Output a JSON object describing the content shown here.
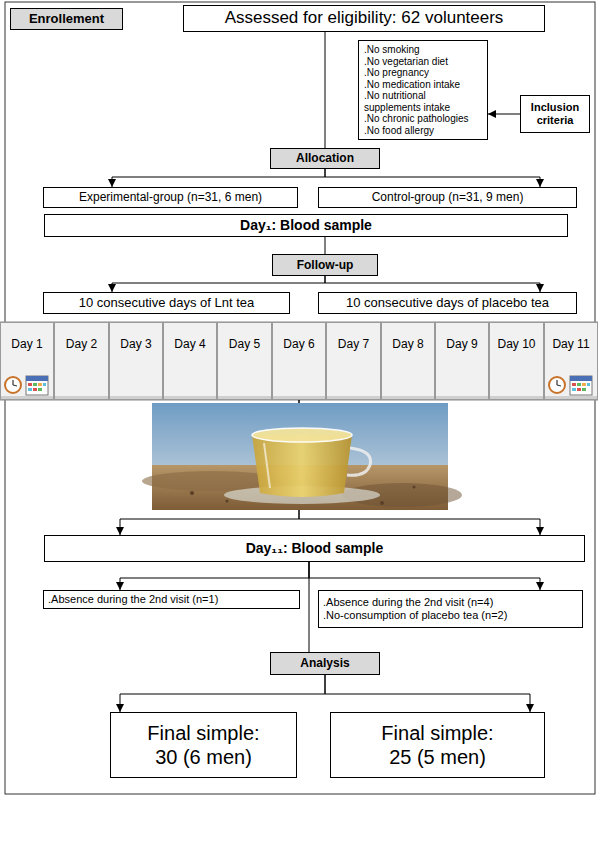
{
  "diagram": {
    "nodes": [
      {
        "text": [
          "Enrollement"
        ]
      },
      {
        "text": [
          "Assessed for eligibility: 62 volunteers"
        ]
      },
      {
        "text": [
          ".No smoking",
          ".No vegetarian diet",
          ".No pregnancy",
          ".No medication intake",
          ".No nutritional supplements intake",
          ".No chronic pathologies",
          ".No food allergy"
        ]
      },
      {
        "text": [
          "Inclusion criteria"
        ]
      },
      {
        "text": [
          "Allocation"
        ]
      },
      {
        "text": [
          "Experimental-group (n=31, 6 men)"
        ]
      },
      {
        "text": [
          "Control-group (n=31, 9 men)"
        ]
      },
      {
        "text": [
          "Day₁: Blood sample"
        ]
      },
      {
        "text": [
          "Follow-up"
        ]
      },
      {
        "text": [
          "10 consecutive days of Lnt tea"
        ]
      },
      {
        "text": [
          "10 consecutive days of placebo tea"
        ]
      },
      {
        "text": [
          "Day 1"
        ]
      },
      {
        "text": [
          "Day 2"
        ]
      },
      {
        "text": [
          "Day 3"
        ]
      },
      {
        "text": [
          "Day 4"
        ]
      },
      {
        "text": [
          "Day 5"
        ]
      },
      {
        "text": [
          "Day 6"
        ]
      },
      {
        "text": [
          "Day 7"
        ]
      },
      {
        "text": [
          "Day 8"
        ]
      },
      {
        "text": [
          "Day 9"
        ]
      },
      {
        "text": [
          "Day 10"
        ]
      },
      {
        "text": [
          "Day 11"
        ]
      },
      {
        "text": [
          "Day₁₁: Blood sample"
        ]
      },
      {
        "text": [
          ".Absence during the 2nd visit (n=1)"
        ]
      },
      {
        "text": [
          ".Absence during the 2nd visit (n=4)",
          ".No-consumption of placebo tea (n=2)"
        ]
      },
      {
        "text": [
          "Analysis"
        ]
      },
      {
        "text": [
          "Final simple:",
          "30 (6 men)"
        ]
      },
      {
        "text": [
          "Final simple:",
          "25 (5 men)"
        ]
      }
    ],
    "edges": [
      {
        "from": 1,
        "to": 4,
        "arrow": "none"
      },
      {
        "from": 3,
        "to": 2,
        "arrow": "to"
      },
      {
        "from": 4,
        "to": 5,
        "arrow": "to"
      },
      {
        "from": 4,
        "to": 6,
        "arrow": "to"
      },
      {
        "from": 7,
        "to": 8,
        "arrow": "none"
      },
      {
        "from": 8,
        "to": 9,
        "arrow": "to"
      },
      {
        "from": 8,
        "to": 10,
        "arrow": "to"
      },
      {
        "from": 16,
        "to": 22,
        "arrow": "to"
      },
      {
        "from": 22,
        "to": 23,
        "arrow": "to"
      },
      {
        "from": 22,
        "to": 24,
        "arrow": "to"
      },
      {
        "from": 22,
        "to": 25,
        "arrow": "none"
      },
      {
        "from": 25,
        "to": 26,
        "arrow": "to"
      },
      {
        "from": 25,
        "to": 27,
        "arrow": "to"
      }
    ]
  }
}
